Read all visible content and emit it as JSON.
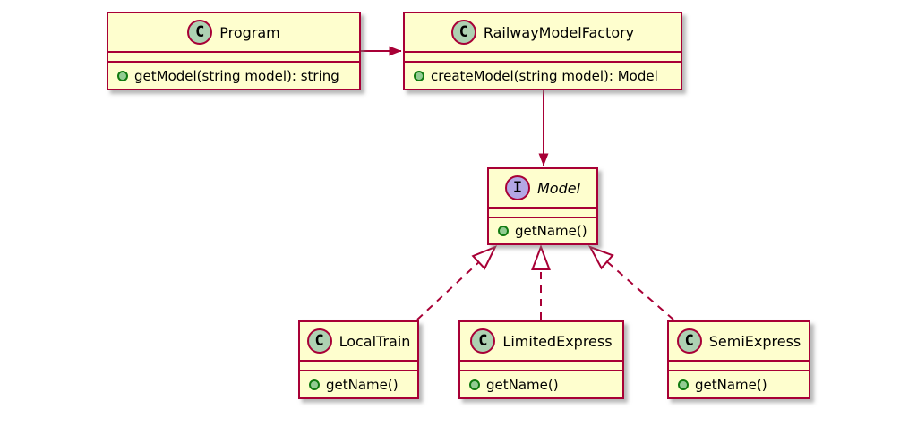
{
  "diagram": {
    "kind": "uml-class-diagram",
    "background_color": "#ffffff",
    "colors": {
      "box_fill": "#FEFECE",
      "box_border": "#A80036",
      "edge": "#A80036",
      "class_spot_fill": "#ADD1B2",
      "interface_spot_fill": "#B4A7E5",
      "public_method_bullet": "#93CC93"
    },
    "classes": {
      "program": {
        "spot": "C",
        "kind": "class",
        "name": "Program",
        "methods": [
          "getModel(string model): string"
        ]
      },
      "factory": {
        "spot": "C",
        "kind": "class",
        "name": "RailwayModelFactory",
        "methods": [
          "createModel(string model): Model"
        ]
      },
      "model": {
        "spot": "I",
        "kind": "interface",
        "name": "Model",
        "methods": [
          "getName()"
        ]
      },
      "local": {
        "spot": "C",
        "kind": "class",
        "name": "LocalTrain",
        "methods": [
          "getName()"
        ]
      },
      "limited": {
        "spot": "C",
        "kind": "class",
        "name": "LimitedExpress",
        "methods": [
          "getName()"
        ]
      },
      "semi": {
        "spot": "C",
        "kind": "class",
        "name": "SemiExpress",
        "methods": [
          "getName()"
        ]
      }
    },
    "edges": [
      {
        "from": "Program",
        "to": "RailwayModelFactory",
        "type": "directed-association",
        "line": "solid",
        "head": "filled-arrow"
      },
      {
        "from": "RailwayModelFactory",
        "to": "Model",
        "type": "directed-association",
        "line": "solid",
        "head": "filled-arrow"
      },
      {
        "from": "LocalTrain",
        "to": "Model",
        "type": "realization",
        "line": "dashed",
        "head": "hollow-triangle"
      },
      {
        "from": "LimitedExpress",
        "to": "Model",
        "type": "realization",
        "line": "dashed",
        "head": "hollow-triangle"
      },
      {
        "from": "SemiExpress",
        "to": "Model",
        "type": "realization",
        "line": "dashed",
        "head": "hollow-triangle"
      }
    ]
  }
}
